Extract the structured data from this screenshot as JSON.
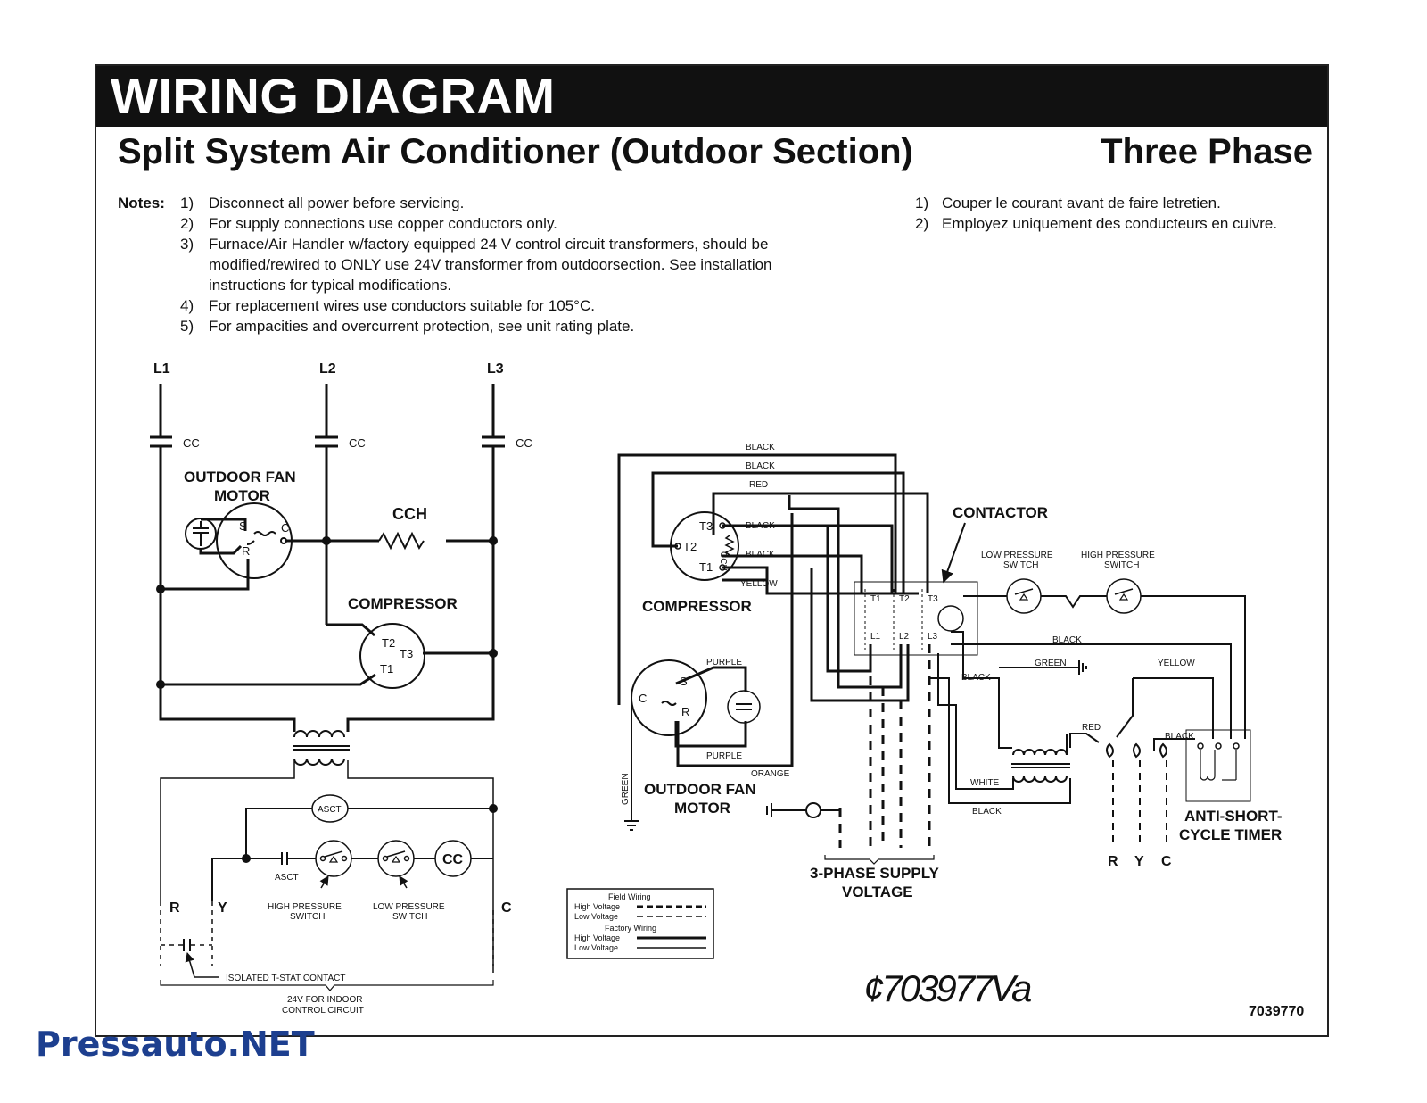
{
  "header": {
    "title": "WIRING DIAGRAM",
    "subtitle": "Split System Air Conditioner (Outdoor Section)",
    "phase": "Three Phase"
  },
  "notes": {
    "label": "Notes:",
    "items": [
      {
        "num": "1)",
        "text": "Disconnect all power before servicing."
      },
      {
        "num": "2)",
        "text": "For supply connections use copper conductors only."
      },
      {
        "num": "3)",
        "text": "Furnace/Air Handler w/factory equipped 24 V control circuit transformers, should be modified/rewired to ONLY use 24V transformer from outdoorsection. See installation instructions for typical modifications."
      },
      {
        "num": "4)",
        "text": "For replacement wires use conductors suitable for 105°C."
      },
      {
        "num": "5)",
        "text": "For ampacities and overcurrent protection, see unit rating plate."
      }
    ],
    "french": [
      {
        "num": "1)",
        "text": "Couper le courant avant de faire letretien."
      },
      {
        "num": "2)",
        "text": "Employez uniquement des conducteurs en cuivre."
      }
    ]
  },
  "left_diagram": {
    "lines": [
      "L1",
      "L2",
      "L3"
    ],
    "cc": "CC",
    "fan_motor": "OUTDOOR FAN\nMOTOR",
    "cch": "CCH",
    "compressor": "COMPRESSOR",
    "terminals": {
      "s": "S",
      "c": "C",
      "r": "R",
      "t1": "T1",
      "t2": "T2",
      "t3": "T3"
    },
    "asct": "ASCT",
    "cc_coil": "CC",
    "asct_contact": "ASCT",
    "high_pressure_switch": "HIGH PRESSURE\nSWITCH",
    "low_pressure_switch": "LOW PRESSURE\nSWITCH",
    "r": "R",
    "y": "Y",
    "c": "C",
    "isolated_contact": "ISOLATED T-STAT CONTACT",
    "control_circuit": "24V FOR INDOOR\nCONTROL CIRCUIT"
  },
  "right_diagram": {
    "wires": {
      "black": "BLACK",
      "red": "RED",
      "yellow": "YELLOW",
      "purple": "PURPLE",
      "orange": "ORANGE",
      "green": "GREEN",
      "white": "WHITE"
    },
    "compressor": "COMPRESSOR",
    "cch": "CCH",
    "contactor": "CONTACTOR",
    "contactor_terminals": {
      "t1": "T1",
      "t2": "T2",
      "t3": "T3",
      "l1": "L1",
      "l2": "L2",
      "l3": "L3"
    },
    "low_pressure_switch": "LOW PRESSURE\nSWITCH",
    "high_pressure_switch": "HIGH PRESSURE\nSWITCH",
    "fan_motor": "OUTDOOR FAN\nMOTOR",
    "supply_voltage": "3-PHASE SUPPLY\nVOLTAGE",
    "timer": "ANTI-SHORT-\nCYCLE TIMER",
    "r": "R",
    "y": "Y",
    "c": "C"
  },
  "legend": {
    "field_wiring": "Field Wiring",
    "field_high": "High Voltage",
    "field_low": "Low Voltage",
    "factory_wiring": "Factory Wiring",
    "factory_high": "High Voltage",
    "factory_low": "Low Voltage"
  },
  "footer": {
    "barcode_text": "¢703977Va",
    "part_number": "7039770"
  },
  "watermark": "Pressauto.NET"
}
